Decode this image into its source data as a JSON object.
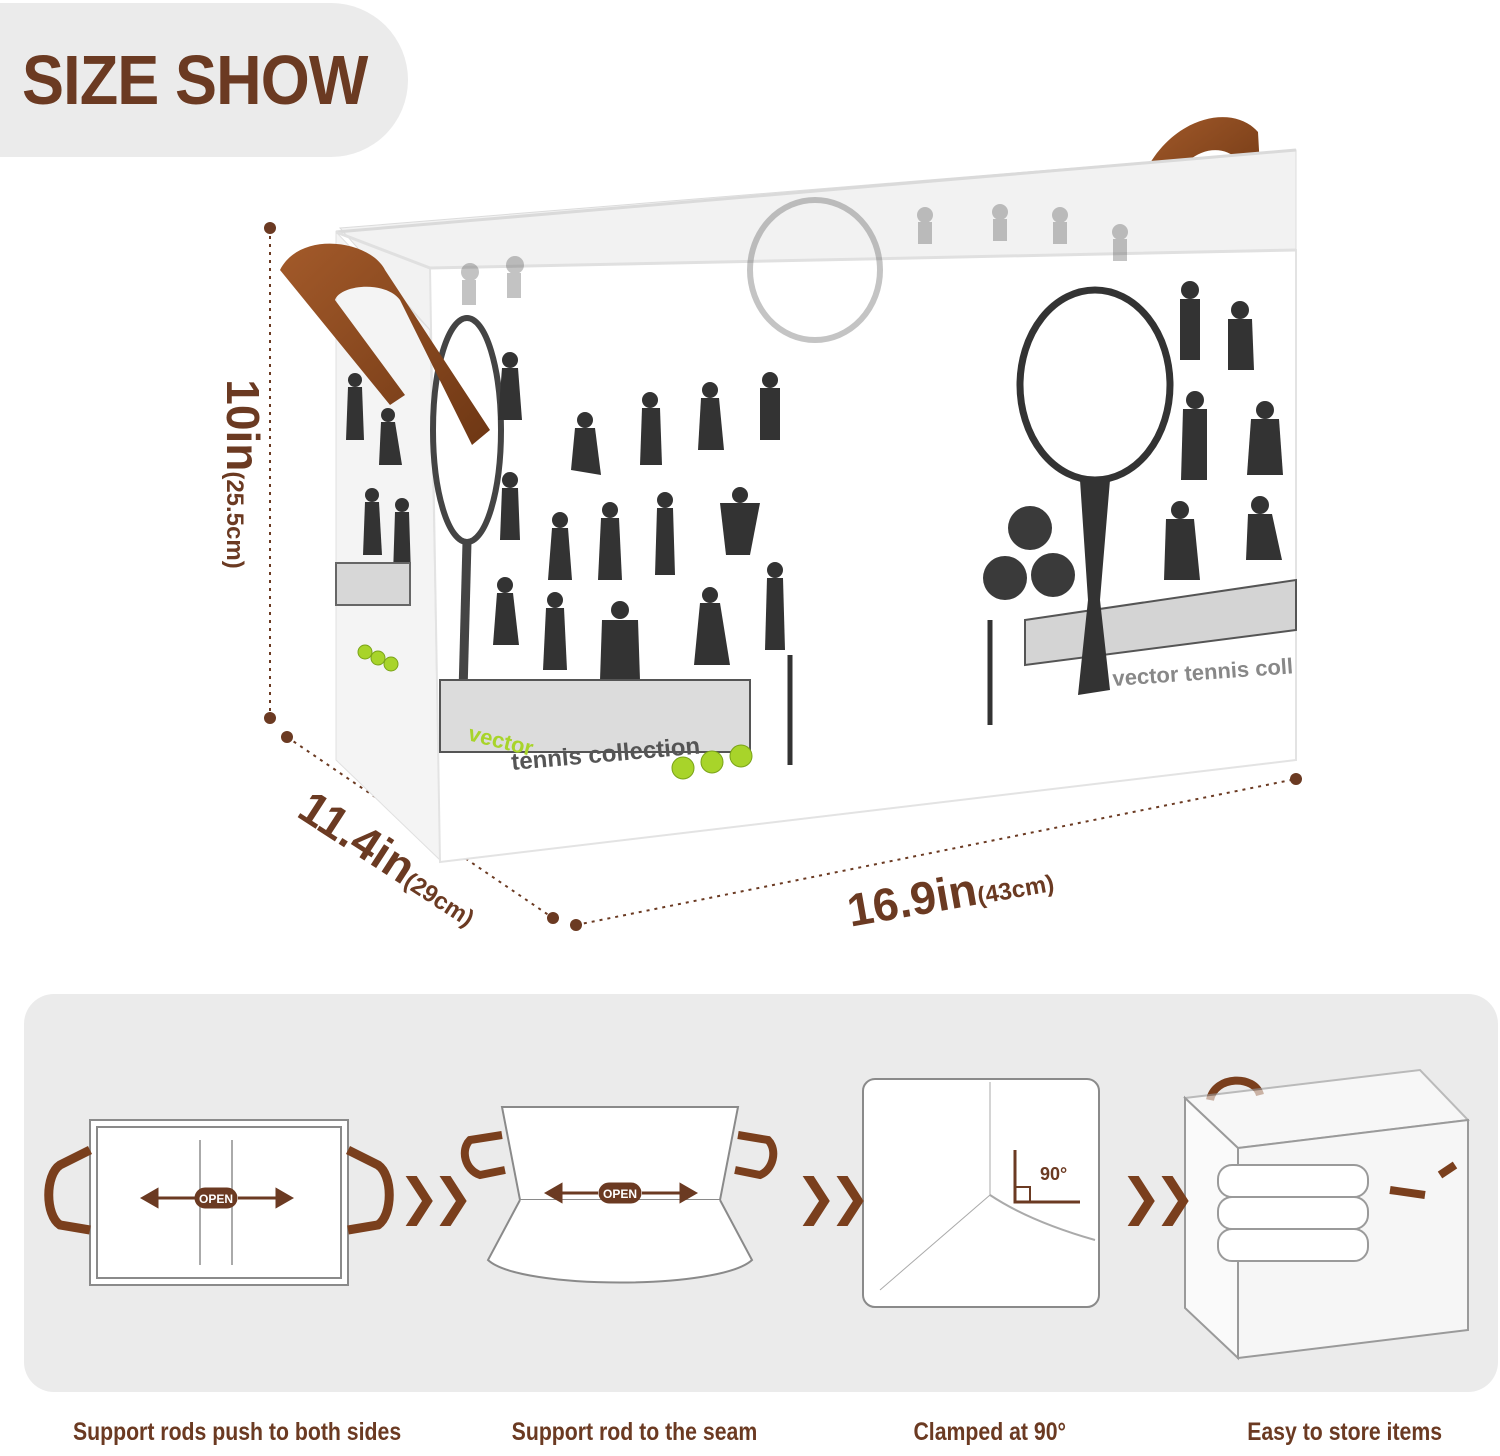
{
  "header": {
    "title": "SIZE SHOW"
  },
  "dimensions": {
    "height": {
      "value": "10in",
      "metric": "(25.5cm)"
    },
    "depth": {
      "value": "11.4in",
      "metric": "(29cm)"
    },
    "width": {
      "value": "16.9in",
      "metric": "(43cm)"
    }
  },
  "product_print": {
    "text_green": "vector",
    "text_gray": "tennis collection",
    "text_right": "vector tennis coll"
  },
  "steps": [
    {
      "caption": "Support rods push to both sides",
      "tag": "OPEN"
    },
    {
      "caption": "Support rod to the seam",
      "tag": "OPEN"
    },
    {
      "caption": "Clamped at 90°",
      "tag": "90°"
    },
    {
      "caption": "Easy to store items"
    }
  ],
  "colors": {
    "brand_brown": "#6b3a22",
    "handle_brown": "#8a4a22",
    "panel_gray": "#ebebeb",
    "ball_green": "#a8d42a"
  },
  "icons": [
    "chevron-double-right-icon",
    "arrow-left-icon",
    "arrow-right-icon"
  ]
}
